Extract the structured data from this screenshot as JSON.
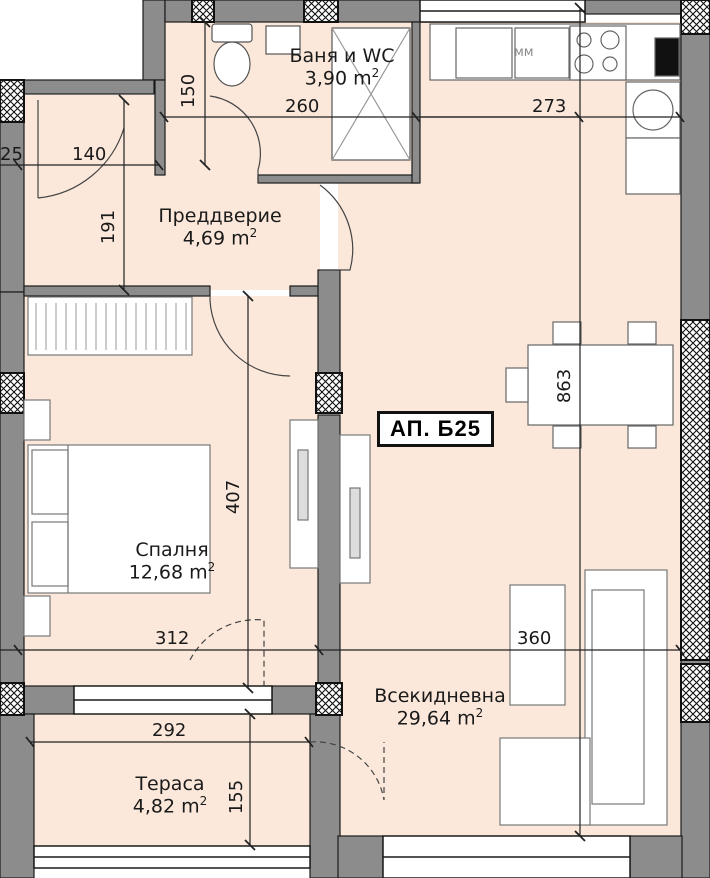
{
  "apartment": {
    "label": "АП. Б25"
  },
  "rooms": {
    "bathroom": {
      "name": "Баня и WC",
      "area": "3,90 m",
      "unit_sup": "2"
    },
    "hallway": {
      "name": "Преддверие",
      "area": "4,69 m",
      "unit_sup": "2"
    },
    "bedroom": {
      "name": "Спалня",
      "area": "12,68 m",
      "unit_sup": "2"
    },
    "living": {
      "name": "Всекидневна",
      "area": "29,64 m",
      "unit_sup": "2"
    },
    "terrace": {
      "name": "Тераса",
      "area": "4,82 m",
      "unit_sup": "2"
    }
  },
  "dimensions": {
    "d25": "25",
    "d140": "140",
    "d150": "150",
    "d260": "260",
    "d273": "273",
    "d191": "191",
    "d863": "863",
    "d407": "407",
    "d312": "312",
    "d360": "360",
    "d292": "292",
    "d155": "155"
  },
  "appliances": {
    "cooktop_label": "мм"
  },
  "colors": {
    "floor": "#fbe8da",
    "wall": "#8c8c8c",
    "wall_dark": "#1a1a1a",
    "line": "#2b2b2b",
    "furniture": "#ffffff"
  }
}
